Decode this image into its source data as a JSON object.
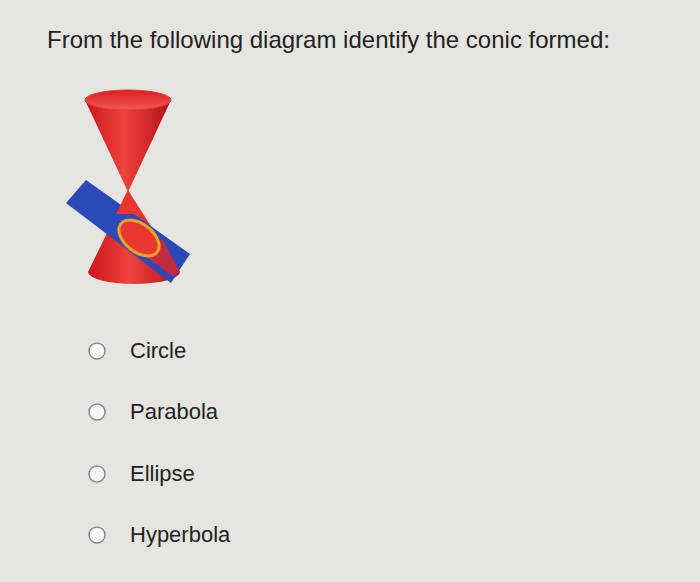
{
  "diagram": {
    "title": "From the following diagram identify the conic formed:",
    "labels": [
      "Circle",
      "Parabola",
      "Ellipse",
      "Hyperbola"
    ]
  }
}
